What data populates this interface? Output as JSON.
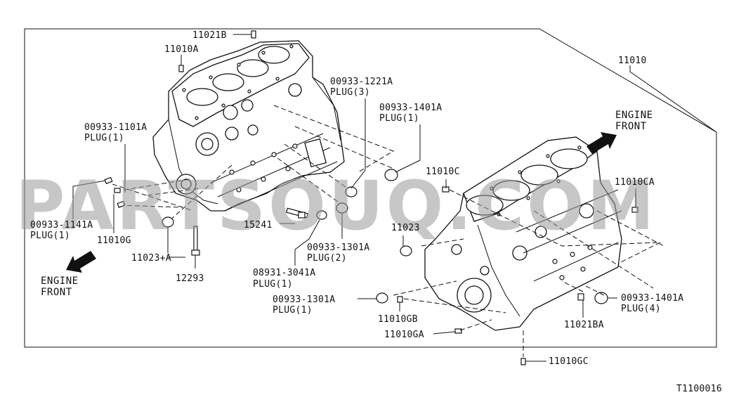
{
  "diagram": {
    "watermark": "PARTSOUQ.COM",
    "figure_code": "T1100016",
    "engine_front_label_right": [
      "ENGINE",
      "FRONT"
    ],
    "engine_front_label_left": [
      "ENGINE",
      "FRONT"
    ],
    "labels": {
      "p11021B": "11021B",
      "p11010A": "11010A",
      "p11010": "11010",
      "p00933_1221A": "00933-1221A",
      "plug3": "PLUG(3)",
      "p00933_1401A_top": "00933-1401A",
      "plug1_top": "PLUG(1)",
      "p00933_1101A": "00933-1101A",
      "plug1_left": "PLUG(1)",
      "p11010C": "11010C",
      "p11010CA": "11010CA",
      "p00933_1141A": "00933-1141A",
      "plug1_1141": "PLUG(1)",
      "p11010G": "11010G",
      "p15241": "15241",
      "p11023": "11023",
      "p00933_1301A_mid": "00933-1301A",
      "plug2": "PLUG(2)",
      "p11023A": "11023+A",
      "p12293": "12293",
      "p08931_3041A": "08931-3041A",
      "plug1_08931": "PLUG(1)",
      "p00933_1301A_low": "00933-1301A",
      "plug1_low": "PLUG(1)",
      "p00933_1401A_right": "00933-1401A",
      "plug4": "PLUG(4)",
      "p11010GB": "11010GB",
      "p11021BA": "11021BA",
      "p11010GA": "11010GA",
      "p11010GC": "11010GC"
    }
  }
}
